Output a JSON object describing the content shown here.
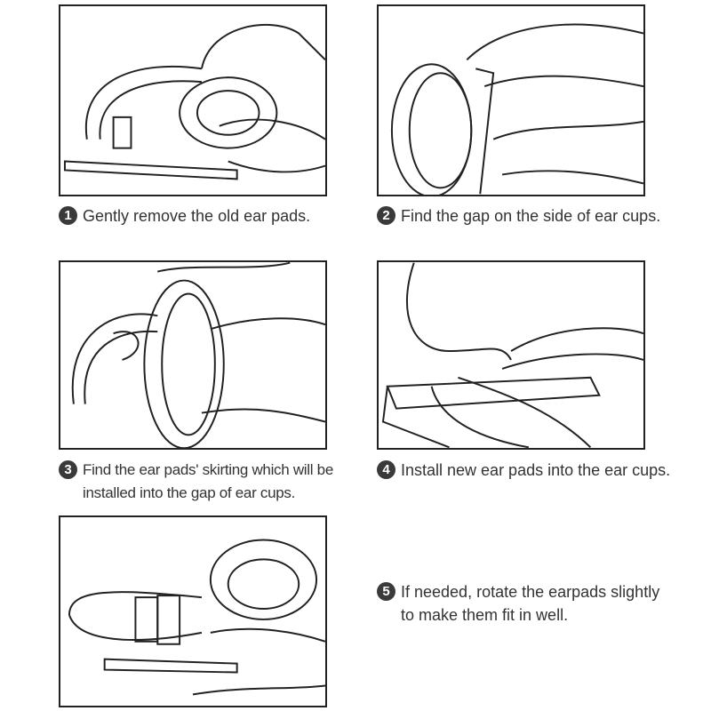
{
  "steps": [
    {
      "number": "1",
      "text": "Gently remove the old ear pads."
    },
    {
      "number": "2",
      "text": "Find the gap on the side of ear cups."
    },
    {
      "number": "3",
      "text": "Find the ear pads' skirting which will be installed into the gap of ear cups."
    },
    {
      "number": "4",
      "text": "Install new ear pads into the ear cups."
    },
    {
      "number": "5",
      "text": "If needed, rotate the earpads slightly to make them fit in well."
    }
  ]
}
